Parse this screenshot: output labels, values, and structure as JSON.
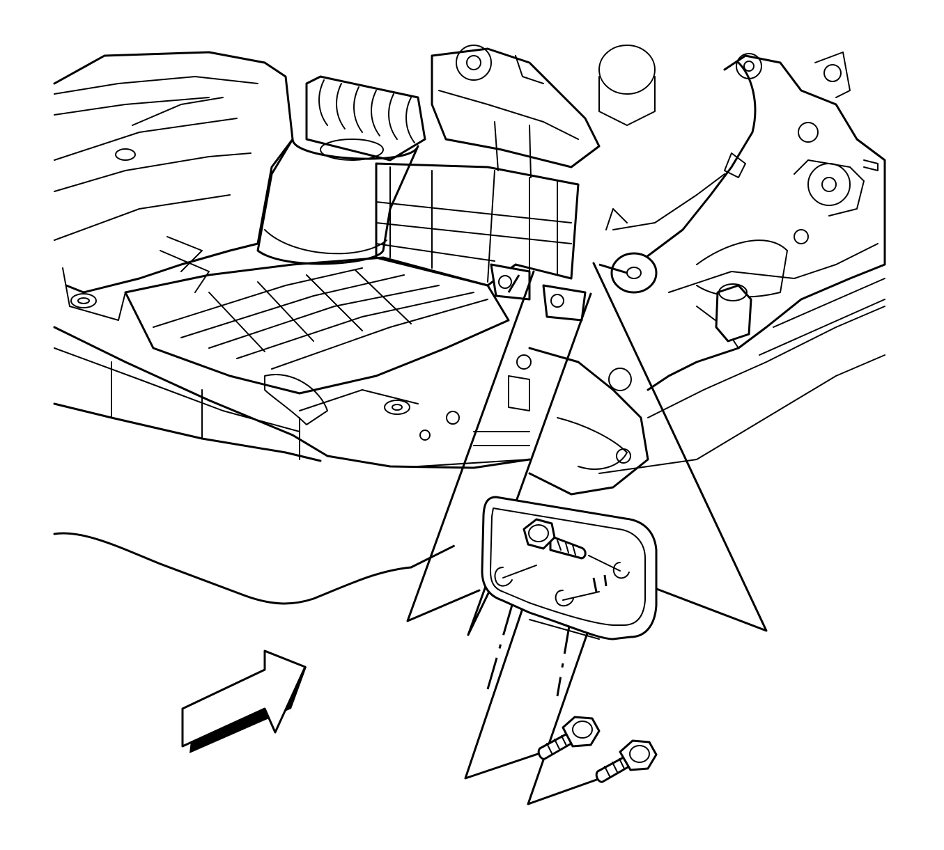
{
  "figure": {
    "kind": "exploded-view service illustration",
    "components": [
      {
        "name": "underbody-frame-assembly"
      },
      {
        "name": "mount-bracket"
      },
      {
        "name": "bracket-bolt",
        "count": 3
      },
      {
        "name": "view-direction-arrow"
      }
    ],
    "colors": {
      "line": "#000000",
      "background": "#ffffff"
    }
  }
}
